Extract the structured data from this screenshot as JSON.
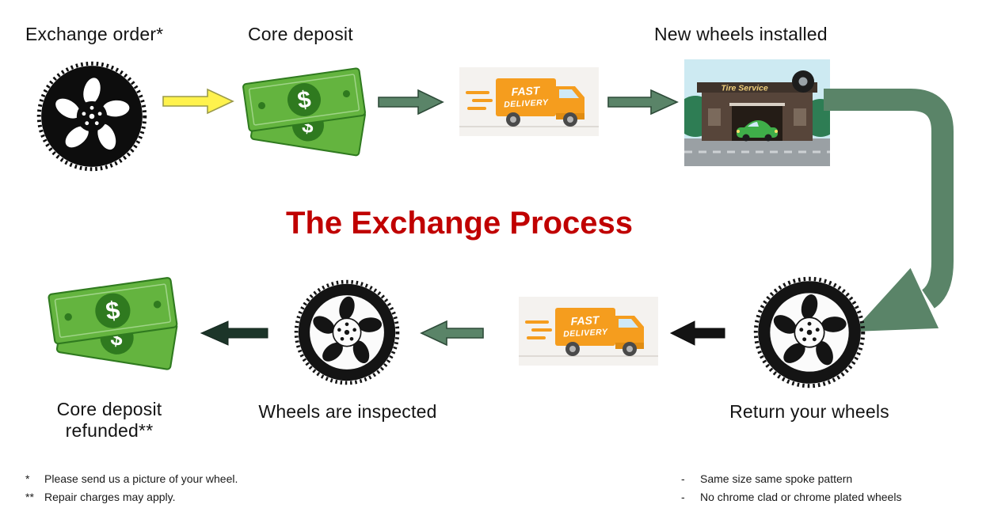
{
  "title": {
    "text": "The Exchange Process"
  },
  "steps": {
    "exchange_order": {
      "label": "Exchange order*"
    },
    "core_deposit": {
      "label": "Core deposit"
    },
    "new_wheels_installed": {
      "label": "New wheels installed"
    },
    "return_your_wheels": {
      "label": "Return your wheels"
    },
    "wheels_are_inspected": {
      "label": "Wheels are inspected"
    },
    "core_deposit_refunded": {
      "line1": "Core deposit",
      "line2": "refunded**"
    }
  },
  "icons": {
    "truck": {
      "line1": "FAST",
      "line2": "DELIVERY"
    },
    "shop": {
      "sign": "Tire Service"
    },
    "money": {
      "currency": "$"
    }
  },
  "footnotes": {
    "left": [
      {
        "marker": "*",
        "text": "Please send us a picture of your wheel."
      },
      {
        "marker": "**",
        "text": "Repair charges may apply."
      }
    ],
    "right": [
      {
        "marker": "-",
        "text": "Same size same spoke pattern"
      },
      {
        "marker": "-",
        "text": "No chrome clad or chrome plated wheels"
      }
    ]
  },
  "colors": {
    "title": "#C00000",
    "arrow_yellow": "#FFF24D",
    "arrow_green": "#5A8468",
    "arrow_dark": "#1C3529",
    "arrow_black": "#141414",
    "money_green": "#64B43F",
    "truck_orange": "#F59D1E"
  }
}
